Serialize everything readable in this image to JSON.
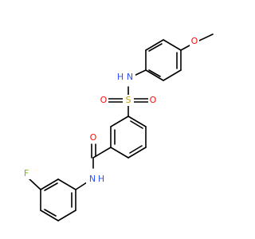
{
  "colors": {
    "bond": "#000000",
    "nitrogen": "#3050f8",
    "oxygen": "#ff0d0d",
    "sulfur": "#c8a000",
    "fluorine": "#78b400"
  },
  "atoms": {
    "methoxy_oxygen": "O",
    "sulfonamide_nitrogen": "N",
    "sulfonamide_hydrogen": "H",
    "sulfur": "S",
    "sulfonyl_oxygen_left": "O",
    "sulfonyl_oxygen_right": "O",
    "carbonyl_oxygen": "O",
    "amide_nitrogen": "N",
    "amide_hydrogen": "H",
    "fluorine": "F"
  }
}
